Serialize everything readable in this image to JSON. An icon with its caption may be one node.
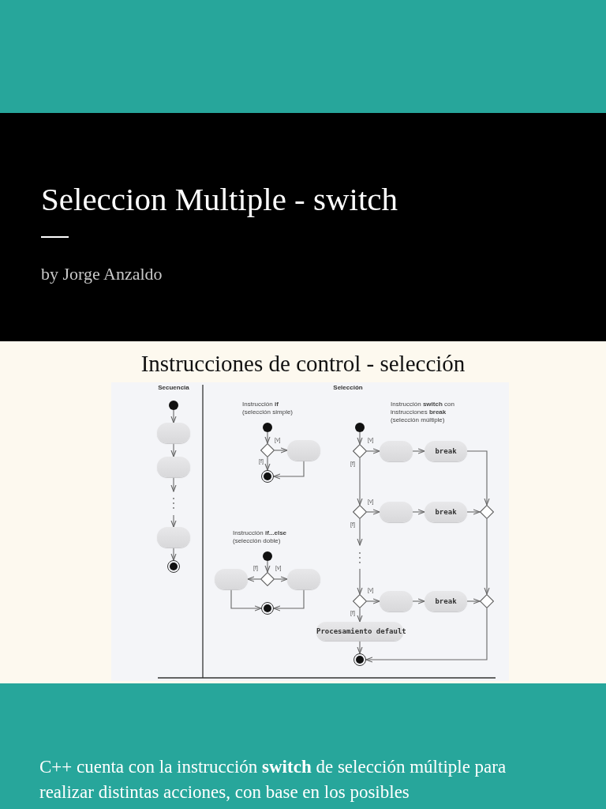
{
  "diagram": {
    "title": "Seleccion Multiple - switch",
    "nodes": [
      {
        "text": [],
        "shape": "circle"
      },
      {
        "text": [],
        "shape": "box"
      },
      {
        "text": [],
        "shape": "box"
      },
      {
        "text": [],
        "shape": "box"
      },
      {
        "text": [],
        "shape": "circle"
      },
      {
        "text": [],
        "shape": "circle"
      },
      {
        "text": [],
        "shape": "diamond"
      },
      {
        "text": [],
        "shape": "box"
      },
      {
        "text": [],
        "shape": "circle"
      },
      {
        "text": [],
        "shape": "circle"
      },
      {
        "text": [],
        "shape": "diamond"
      },
      {
        "text": [],
        "shape": "box"
      },
      {
        "text": [],
        "shape": "box"
      },
      {
        "text": [],
        "shape": "circle"
      },
      {
        "text": [],
        "shape": "circle"
      },
      {
        "text": [],
        "shape": "diamond"
      },
      {
        "text": [],
        "shape": "box"
      },
      {
        "text": [
          "break"
        ]
      },
      {
        "text": [],
        "shape": "diamond"
      },
      {
        "text": [],
        "shape": "box"
      },
      {
        "text": [
          "break"
        ]
      },
      {
        "text": [],
        "shape": "diamond"
      },
      {
        "text": [],
        "shape": "diamond"
      },
      {
        "text": [],
        "shape": "box"
      },
      {
        "text": [
          "break"
        ]
      },
      {
        "text": [],
        "shape": "diamond"
      },
      {
        "text": [
          "Procesamiento **default**"
        ]
      },
      {
        "text": [],
        "shape": "circle"
      }
    ],
    "edges": [
      {
        "from": 0,
        "to": 1,
        "arrow": "to"
      },
      {
        "from": 1,
        "to": 2,
        "arrow": "to"
      },
      {
        "from": 2,
        "to": null,
        "arrow": "to"
      },
      {
        "from": null,
        "to": 3,
        "arrow": "to"
      },
      {
        "from": 3,
        "to": 4,
        "arrow": "to"
      },
      {
        "from": 5,
        "to": 6,
        "arrow": "to"
      },
      {
        "from": 6,
        "to": 7,
        "label": "[v]",
        "arrow": "to"
      },
      {
        "from": 6,
        "to": 8,
        "label": "[f]",
        "arrow": "to"
      },
      {
        "from": 7,
        "to": 8,
        "arrow": "to"
      },
      {
        "from": 9,
        "to": 10,
        "arrow": "to"
      },
      {
        "from": 10,
        "to": 11,
        "label": "[f]",
        "arrow": "to"
      },
      {
        "from": 10,
        "to": 12,
        "label": "[v]",
        "arrow": "to"
      },
      {
        "from": 11,
        "to": 13,
        "arrow": "to"
      },
      {
        "from": 12,
        "to": 13,
        "arrow": "to"
      },
      {
        "from": 14,
        "to": 15,
        "arrow": "to"
      },
      {
        "from": 15,
        "to": 16,
        "label": "[v]",
        "arrow": "to"
      },
      {
        "from": 16,
        "to": 17,
        "arrow": "to"
      },
      {
        "from": 17,
        "to": 21,
        "arrow": "to"
      },
      {
        "from": 15,
        "to": 18,
        "label": "[f]",
        "arrow": "to"
      },
      {
        "from": 18,
        "to": 19,
        "label": "[v]",
        "arrow": "to"
      },
      {
        "from": 19,
        "to": 20,
        "arrow": "to"
      },
      {
        "from": 20,
        "to": 21,
        "arrow": "to"
      },
      {
        "from": 21,
        "to": 25,
        "arrow": "to"
      },
      {
        "from": 18,
        "to": null,
        "label": "[f]",
        "arrow": "to"
      },
      {
        "from": null,
        "to": 22,
        "arrow": "to"
      },
      {
        "from": 22,
        "to": 23,
        "label": "[v]",
        "arrow": "to"
      },
      {
        "from": 23,
        "to": 24,
        "arrow": "to"
      },
      {
        "from": 24,
        "to": 25,
        "arrow": "to"
      },
      {
        "from": 22,
        "to": 26,
        "label": "[f]",
        "arrow": "to"
      },
      {
        "from": 26,
        "to": 27,
        "arrow": "to"
      },
      {
        "from": 25,
        "to": 27,
        "arrow": "to"
      }
    ],
    "labels": [
      "by Jorge Anzaldo",
      "Instrucciones de control - selección",
      "Secuencia",
      "Selección",
      "Instrucción **if** (selección simple)",
      "Instrucción **if...else** (selección doble)",
      "Instrucción **switch** con instrucciones **break** (selección múltiple)",
      "C++ cuenta con la instrucción **switch** de selección múltiple para realizar distintas acciones, con base en los posibles"
    ]
  }
}
